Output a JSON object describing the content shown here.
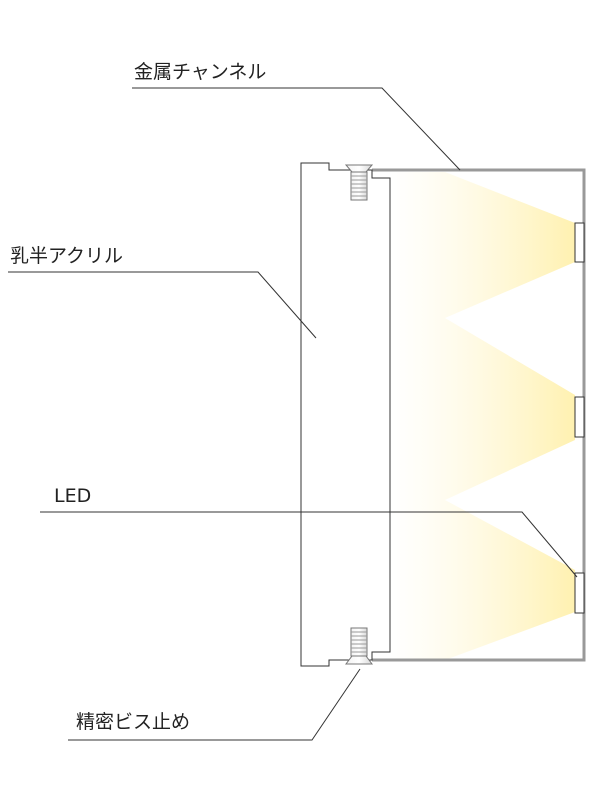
{
  "labels": {
    "channel": "金属チャンネル",
    "acrylic": "乳半アクリル",
    "led": "LED",
    "screw": "精密ビス止め"
  },
  "colors": {
    "background": "#ffffff",
    "channel_frame": "#999999",
    "outline": "#333333",
    "light_glow": "#fff1b0",
    "text": "#222222"
  }
}
